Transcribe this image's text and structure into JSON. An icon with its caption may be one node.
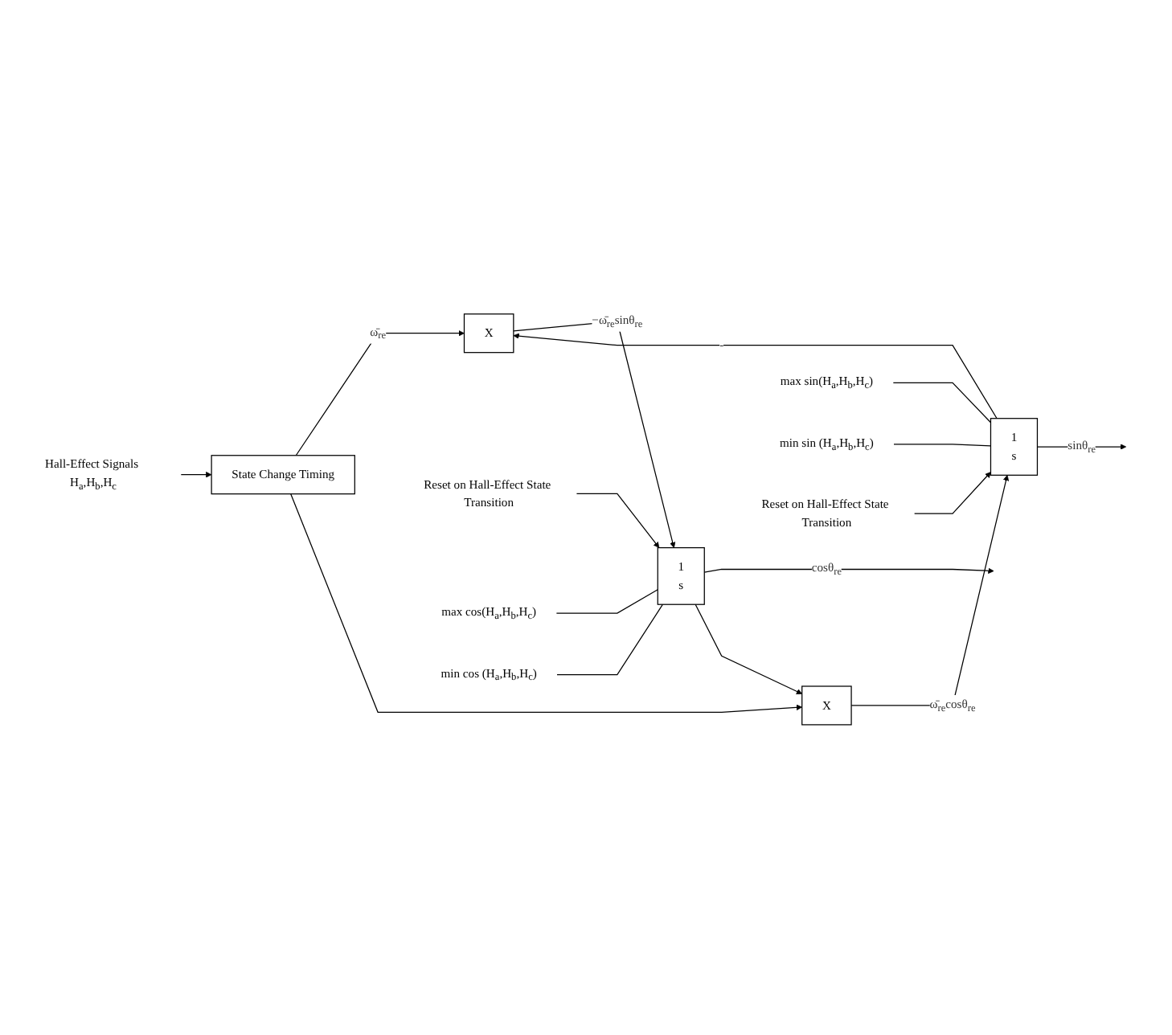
{
  "diagram": {
    "nodes": [
      {
        "text": [
          "Hall-Effect Signals H$_{a}$,H$_{b}$,H$_{c}$"
        ]
      },
      {
        "text": [
          "State Change Timing"
        ]
      },
      {
        "text": [
          "X"
        ]
      },
      {
        "text": [
          "1",
          "s"
        ]
      },
      {
        "text": [
          "Reset on Hall-Effect State Transition"
        ]
      },
      {
        "text": [
          "max cos(H$_{a}$,H$_{b}$,H$_{c}$)"
        ]
      },
      {
        "text": [
          "min cos (H$_{a}$,H$_{b}$,H$_{c}$)"
        ]
      },
      {
        "text": [
          "X"
        ]
      },
      {
        "text": [
          "1",
          "s"
        ]
      },
      {
        "text": [
          "max sin(H$_{a}$,H$_{b}$,H$_{c}$)"
        ]
      },
      {
        "text": [
          "min sin (H$_{a}$,H$_{b}$,H$_{c}$)"
        ]
      },
      {
        "text": [
          "Reset on Hall-Effect State Transition"
        ]
      }
    ],
    "edges": [
      {
        "from": 0,
        "to": 1,
        "arrow": "to"
      },
      {
        "from": 1,
        "to": 2,
        "arrow": "to",
        "label": "ω̄$_{re}$"
      },
      {
        "from": 1,
        "to": 7,
        "arrow": "to"
      },
      {
        "from": 2,
        "to": 3,
        "arrow": "to",
        "label": "−ω̄$_{re}$sinθ$_{re}$"
      },
      {
        "from": 7,
        "to": 8,
        "arrow": "to",
        "label": "ω̄$_{re}$cosθ$_{re}$"
      },
      {
        "from": 4,
        "to": 3,
        "arrow": "to"
      },
      {
        "from": 11,
        "to": 8,
        "arrow": "to"
      },
      {
        "from": 3,
        "to": null,
        "arrow": "to",
        "label": "cosθ$_{re}$"
      },
      {
        "from": 8,
        "to": null,
        "arrow": "to",
        "label": "sinθ$_{re}$"
      },
      {
        "from": 3,
        "to": 7,
        "arrow": "to"
      },
      {
        "from": 8,
        "to": 2,
        "arrow": "to",
        "label": "-"
      },
      {
        "from": 5,
        "to": 3,
        "arrow": "none"
      },
      {
        "from": 6,
        "to": 3,
        "arrow": "none"
      },
      {
        "from": 9,
        "to": 8,
        "arrow": "none"
      },
      {
        "from": 10,
        "to": 8,
        "arrow": "none"
      }
    ]
  }
}
